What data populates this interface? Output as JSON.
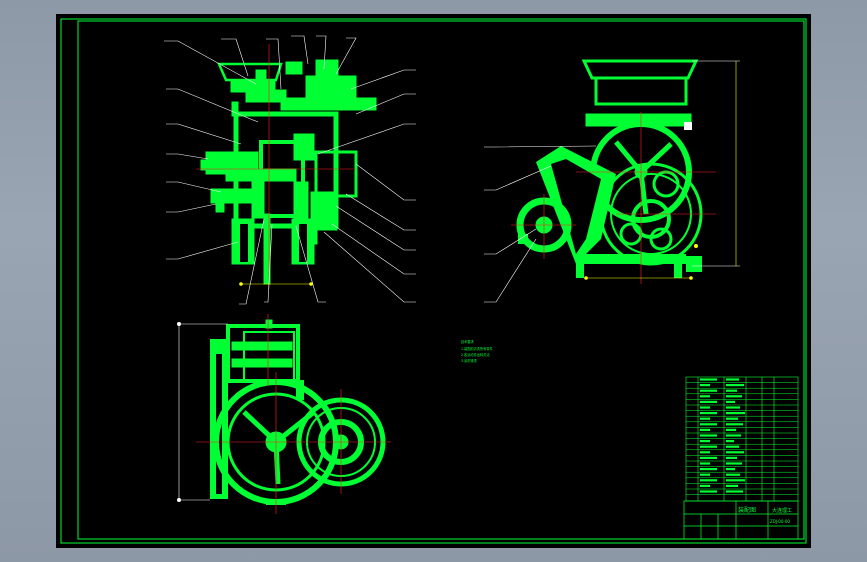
{
  "drawing": {
    "background": "#000000",
    "line_color": "#00ff33",
    "leader_color": "#ffffff",
    "center_line_color": "#ff2020",
    "dimension_color": "#ffff00"
  },
  "title_block": {
    "drawing_name": "装配图",
    "school": "大连理工",
    "drawing_no": "ZDJ-00-00"
  },
  "technical_notes": {
    "heading": "技术要求",
    "lines": [
      "1.装配前清洗所有零件",
      "2.各运动件运转灵活",
      "3.涂防锈漆"
    ]
  }
}
